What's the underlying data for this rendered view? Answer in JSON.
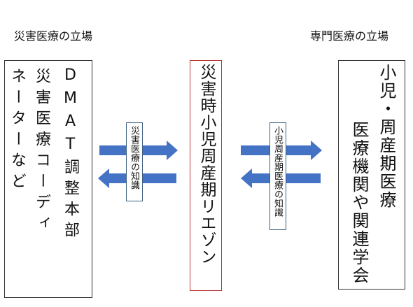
{
  "headers": {
    "left": "災害医療の立場",
    "right": "専門医療の立場"
  },
  "left_box": {
    "col1": "DMAT調整本部",
    "col2": "災害医療コーディ",
    "col3": "ネーターなど"
  },
  "center_box": {
    "text": "災害時小児周産期リエゾン"
  },
  "right_box": {
    "col1": "小児・周産期医療",
    "col2": "医療機関や関連学会"
  },
  "arrow_labels": {
    "left": "災害医療の知識",
    "right": "小児周産期医療の知識"
  },
  "colors": {
    "arrow": "#4472c4",
    "center_border": "#b93535"
  }
}
